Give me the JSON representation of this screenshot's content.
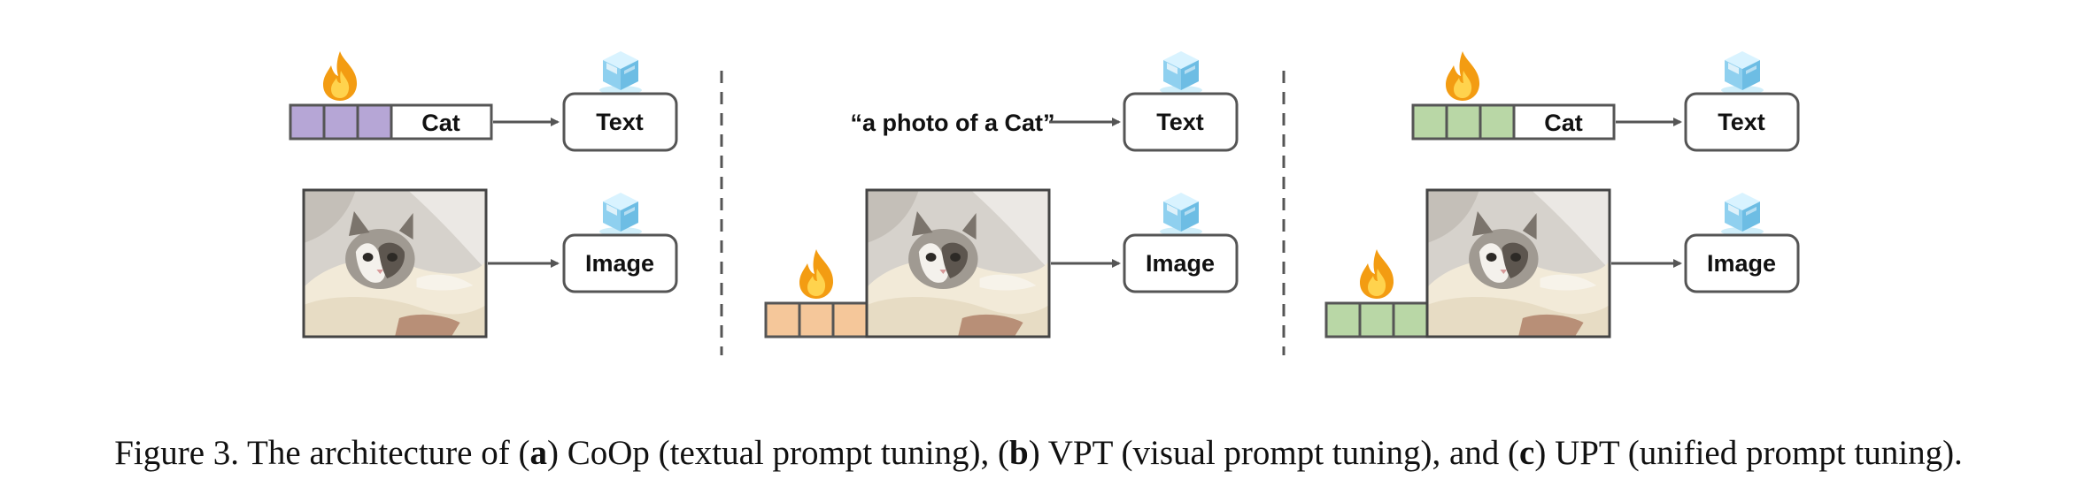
{
  "colors": {
    "text_prompt_tokens": "#b6a6d6",
    "visual_prompt_tokens": "#f5c79a",
    "unified_prompt_tokens": "#b9d7a6",
    "box_stroke": "#555555",
    "arrow": "#555555",
    "divider": "#555555",
    "flame": "#f39c12",
    "ice": "#8fd0ef"
  },
  "icons": {
    "trainable": "fire-icon",
    "frozen": "ice-cube-icon",
    "image": "cat-photo"
  },
  "panels": [
    {
      "id": "a",
      "text_prompt_tokens": 3,
      "visual_prompt_tokens": 0,
      "class_token": "Cat",
      "text_input": "",
      "text_encoder": "Text",
      "image_encoder": "Image"
    },
    {
      "id": "b",
      "text_prompt_tokens": 0,
      "visual_prompt_tokens": 3,
      "class_token": "",
      "text_input": "“a photo of a Cat”",
      "text_encoder": "Text",
      "image_encoder": "Image"
    },
    {
      "id": "c",
      "text_prompt_tokens": 3,
      "visual_prompt_tokens": 3,
      "class_token": "Cat",
      "text_input": "",
      "text_encoder": "Text",
      "image_encoder": "Image"
    }
  ],
  "caption": {
    "prefix": "Figure 3. The architecture of (",
    "a_letter": "a",
    "a_text": ") CoOp (textual prompt tuning), (",
    "b_letter": "b",
    "b_text": ") VPT (visual prompt tuning), and (",
    "c_letter": "c",
    "c_text": ") UPT (unified prompt tuning)."
  }
}
